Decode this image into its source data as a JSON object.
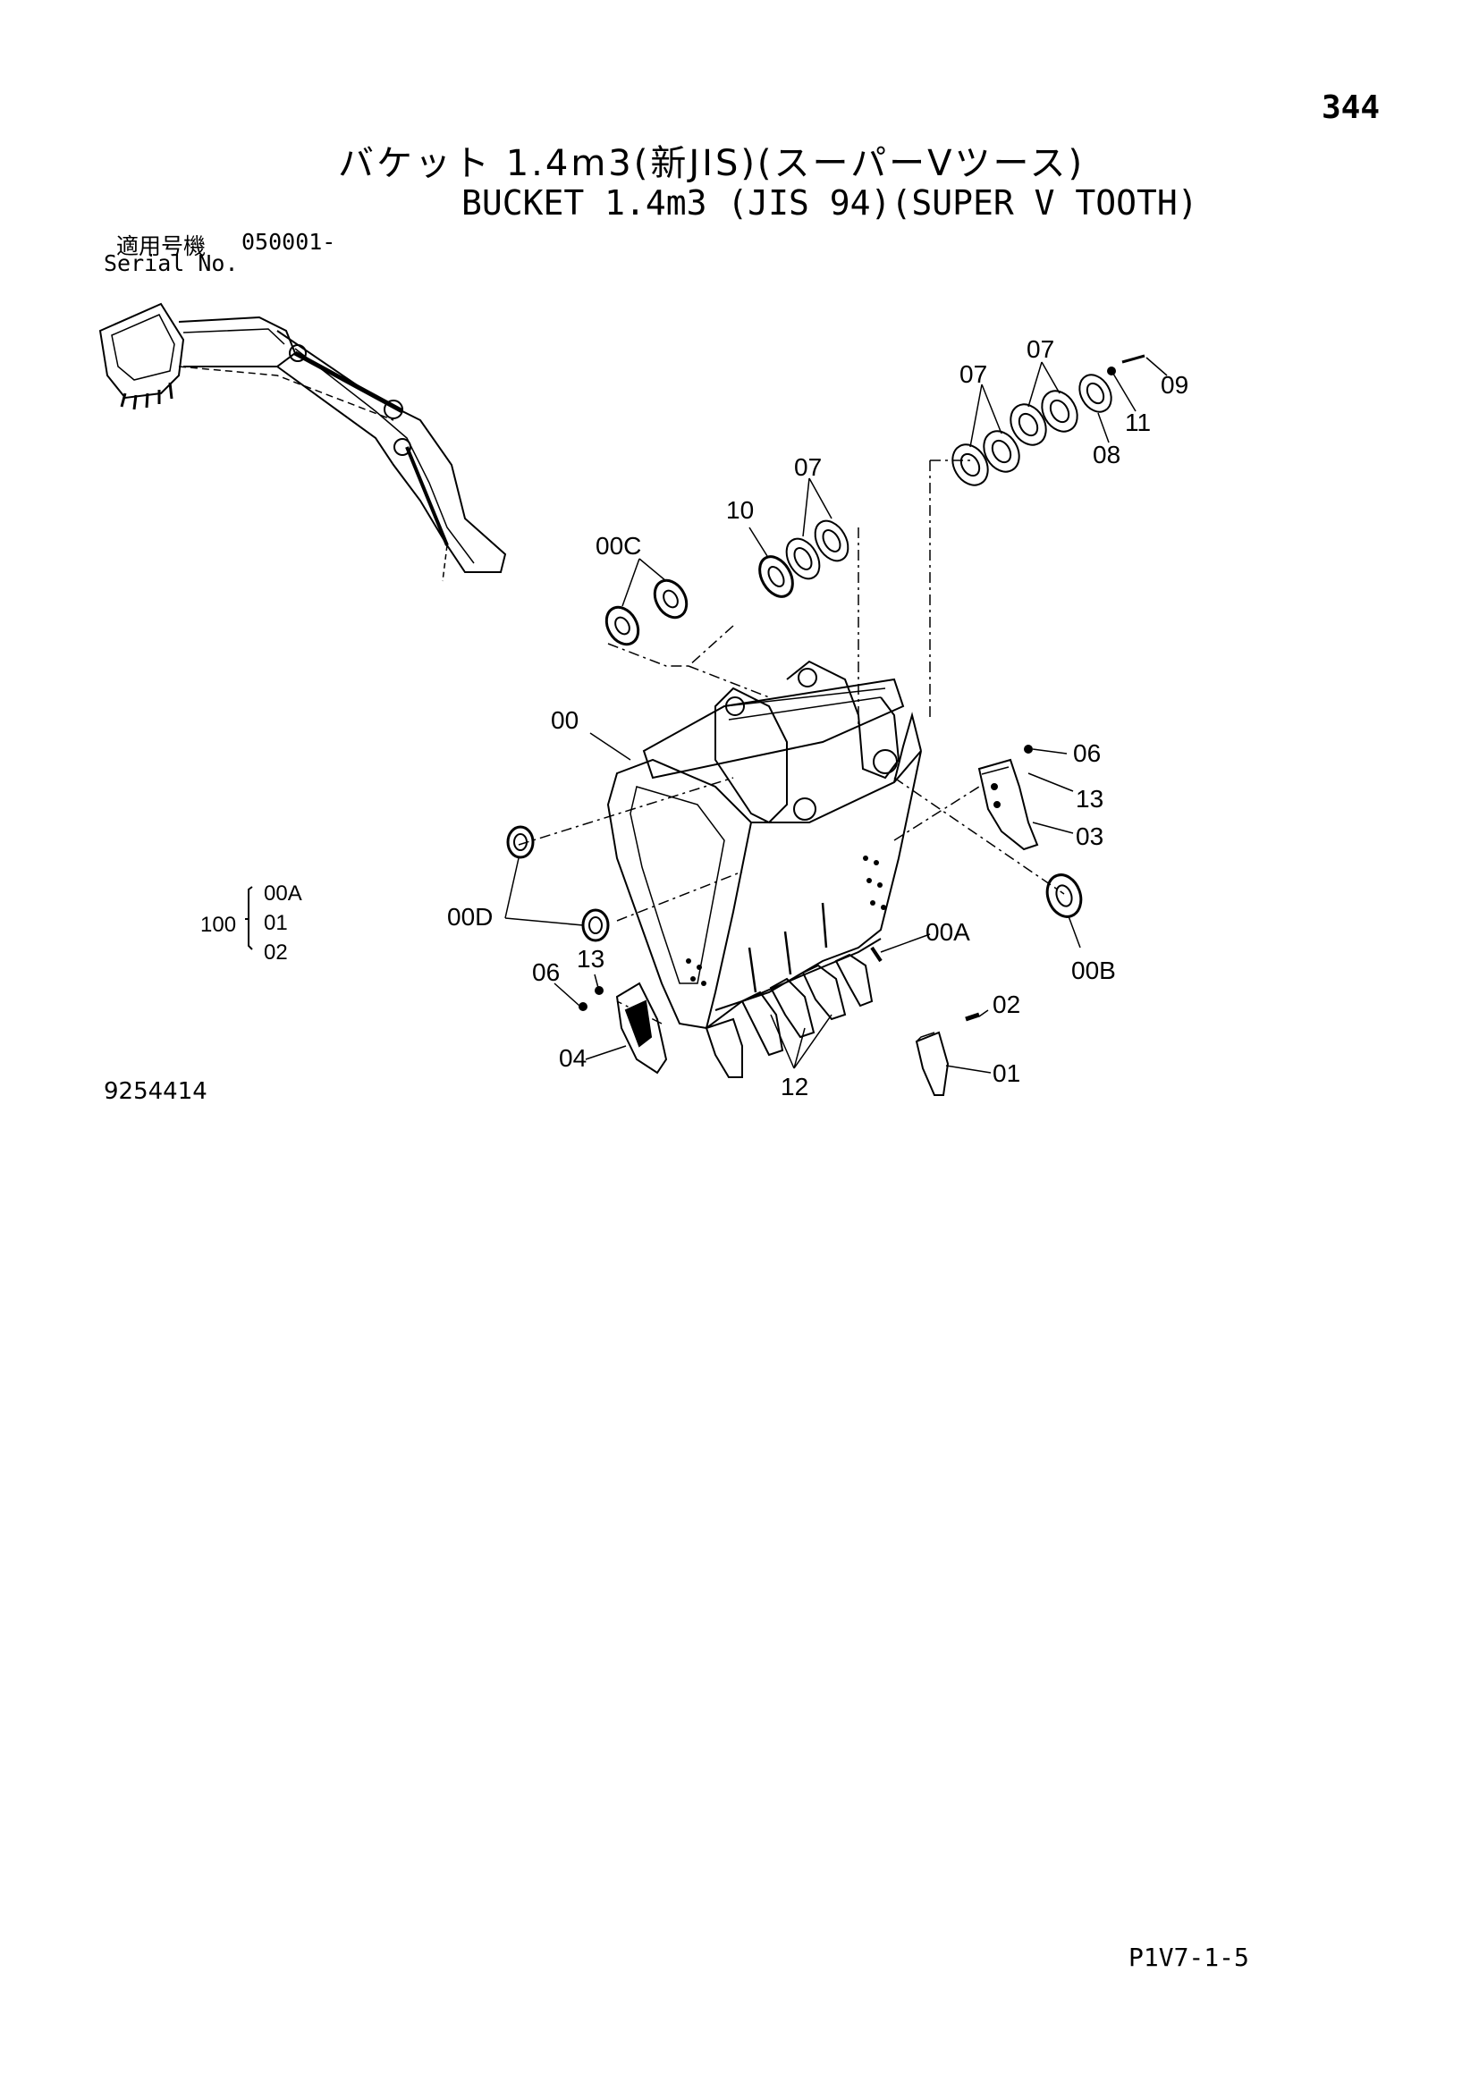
{
  "page_number": "344",
  "title_jp": "バケット 1.4m3(新JIS)(スーパーVツース)",
  "title_en": "BUCKET 1.4m3 (JIS 94)(SUPER V TOOTH)",
  "serial": {
    "label_jp": "適用号機",
    "value": "050001-",
    "label_en": "Serial No."
  },
  "drawing_number": "9254414",
  "footer_code": "P1V7-1-5",
  "group": {
    "number": "100",
    "items": [
      "00A",
      "01",
      "02"
    ]
  },
  "callouts": [
    {
      "id": "c07a",
      "text": "07"
    },
    {
      "id": "c07b",
      "text": "07"
    },
    {
      "id": "c07c",
      "text": "07"
    },
    {
      "id": "c09",
      "text": "09"
    },
    {
      "id": "c11",
      "text": "11"
    },
    {
      "id": "c08",
      "text": "08"
    },
    {
      "id": "c10",
      "text": "10"
    },
    {
      "id": "c00C",
      "text": "00C"
    },
    {
      "id": "c00",
      "text": "00"
    },
    {
      "id": "c06a",
      "text": "06"
    },
    {
      "id": "c13a",
      "text": "13"
    },
    {
      "id": "c03",
      "text": "03"
    },
    {
      "id": "c00D",
      "text": "00D"
    },
    {
      "id": "c00A",
      "text": "00A"
    },
    {
      "id": "c00B",
      "text": "00B"
    },
    {
      "id": "c06b",
      "text": "06"
    },
    {
      "id": "c13b",
      "text": "13"
    },
    {
      "id": "c02",
      "text": "02"
    },
    {
      "id": "c04",
      "text": "04"
    },
    {
      "id": "c12",
      "text": "12"
    },
    {
      "id": "c01",
      "text": "01"
    }
  ]
}
